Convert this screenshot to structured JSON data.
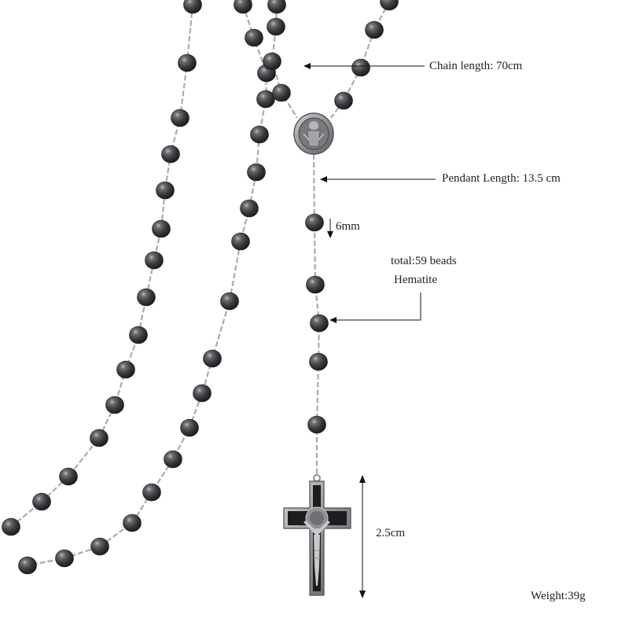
{
  "product": {
    "material": "Hematite",
    "bead_count": 59
  },
  "annotations": {
    "chain_length": "Chain length: 70cm",
    "pendant_length": "Pendant Length: 13.5 cm",
    "bead_size": "6mm",
    "bead_total": "total:59 beads",
    "material": "Hematite",
    "cross_size": "2.5cm",
    "weight": "Weight:39g"
  },
  "colors": {
    "bead": "#3a3b3e",
    "bead_highlight": "#9a9ca0",
    "chain": "#a9abae",
    "cross_metal": "#8f9194",
    "cross_enamel": "#1d1d1f",
    "annotation_line": "#111111",
    "text": "#222222"
  }
}
